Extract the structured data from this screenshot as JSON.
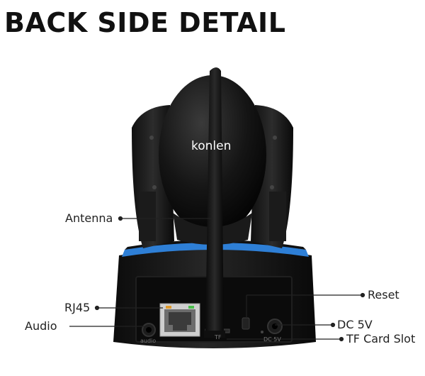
{
  "title": "BACK SIDE DETAIL",
  "watermark": "konlen",
  "callouts": {
    "antenna": "Antenna",
    "rj45": "RJ45",
    "audio": "Audio",
    "reset": "Reset",
    "dc": "DC 5V",
    "tf": "TF Card Slot"
  },
  "port_labels": {
    "audio": "audio",
    "tf": "TF",
    "dc": "DC 5V"
  },
  "colors": {
    "body": "#111111",
    "accent_ring": "#2e7fd6",
    "callout_line": "#222222",
    "led_green": "#49c04a",
    "led_orange": "#e09a2a"
  }
}
